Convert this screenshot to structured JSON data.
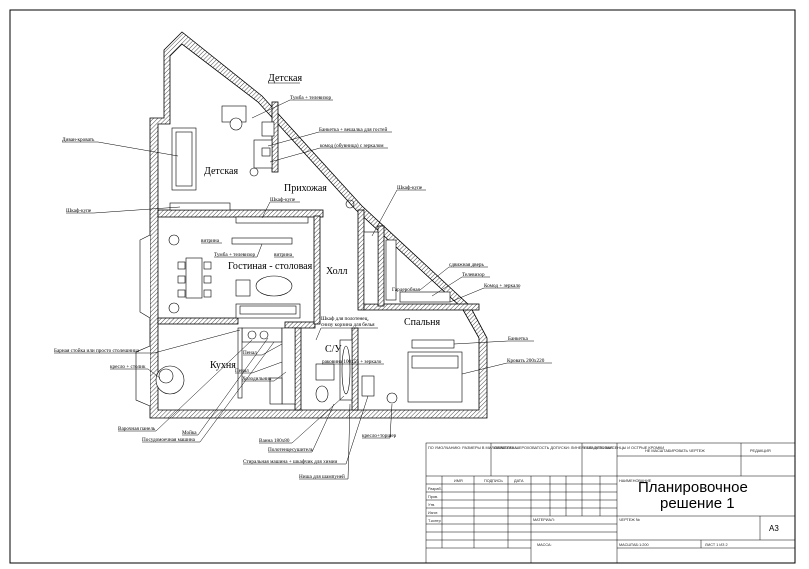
{
  "rooms": {
    "detskaya_top": "Детская",
    "detskaya": "Детская",
    "prihozhaya": "Прихожая",
    "gostinaya": "Гостиная - столовая",
    "holl": "Холл",
    "kuhnya": "Кухня",
    "su": "С/У",
    "spalnya": "Спальня"
  },
  "annotations": {
    "tumba_tv_top": "Тумба + телевизор",
    "banketka_gost": "Банкетка + вешалка для гостей",
    "komod": "комод (обувница) с зеркалом",
    "divan": "Диван-кровать",
    "shkaf_kupe_left": "Шкаф-купе",
    "shkaf_kupe_center": "Шкаф-купе",
    "shkaf_kupe_right": "Шкаф-купе",
    "vitrina_left": "витрина",
    "tumba_tv_living": "Тумба + телевизор",
    "vitrina_right": "витрина",
    "sdvizhnaya": "сдвижная дверь",
    "televizor": "Телевизор",
    "garderobnaya": "Гардеробная",
    "komod_zerkalo": "Комод + зеркало",
    "shkaf_polotenca": "Шкаф для полотенец,\nснизу корзина для белья",
    "rakovina": "раковина 100х55 + зеркало",
    "banketka": "Банкетка",
    "krovat": "Кровать 200х220",
    "barnaya": "Барная стойка или просто столешница",
    "kreslo_stolik": "кресло + столик",
    "penal1": "Пенал",
    "penal2": "Пенал",
    "holodilnik": "Холодильник",
    "varochnaya": "Варочная панель",
    "moyka": "Мойка",
    "posudomoechnaya": "Посудомоечная машина",
    "vanna": "Ванна 180х80",
    "polotencesushitel": "Полотенцесушитель",
    "stiralnaya": "Стиральная машина + шкафчик для химии",
    "nisha": "Ниша для шампуней",
    "kreslo_torsher": "кресло+торшер"
  },
  "title_block": {
    "note_sizes": "ПО УМОЛЧАНИЮ: РАЗМЕРЫ В МИЛЛИМЕТРАХ ШЕРОХОВАТОСТЬ ДОПУСКИ: ЛИНЕЙНЫЕ: УГЛОВЫЕ:",
    "obrabotka": "ОБРАБОТКА:",
    "sgladit": "СГЛАДИТЬ ЗАУСЕНЦЫ И ОСТРЫЕ КРОМКИ",
    "no_scale": "НЕ МАСШТАБИРОВАТЬ ЧЕРТЕЖ",
    "revision": "РЕДАКЦИЯ",
    "col_name": "ИМЯ",
    "col_sign": "ПОДПИСЬ",
    "col_date": "ДАТА",
    "row_razrab": "Разраб.",
    "row_prov": "Пров.",
    "row_utv": "Утв.",
    "row_izg": "Изгот.",
    "row_tkontr": "Т.контр",
    "naimenovanie": "НАИМЕНОВАНИЕ",
    "title": "Планировочное решение 1",
    "material": "МАТЕРИАЛ:",
    "drawing_no": "ЧЕРТЕЖ №",
    "format": "A3",
    "massa": "МАССА:",
    "scale": "МАСШТАБ:1:200",
    "sheet": "ЛИСТ 1 ИЗ 2"
  }
}
